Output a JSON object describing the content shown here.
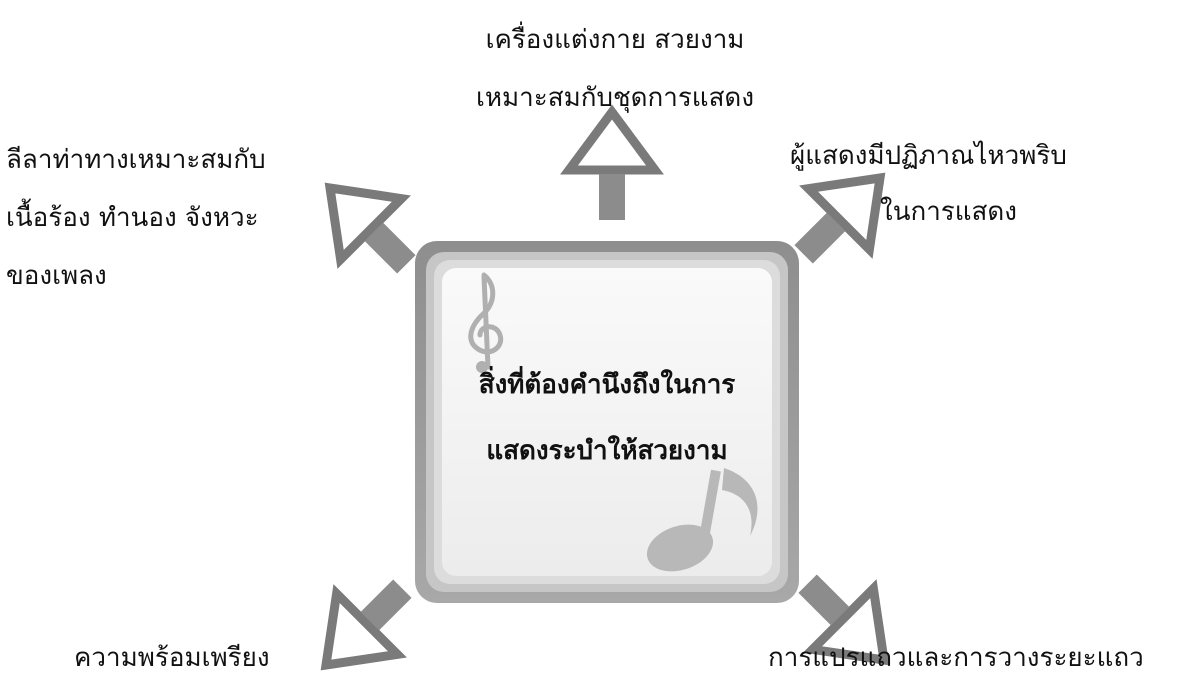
{
  "diagram": {
    "center": {
      "line1": "สิ่งที่ต้องคำนึงถึงในการ",
      "line2": "แสดงระบำให้สวยงาม"
    },
    "top": {
      "line1": "เครื่องแต่งกาย สวยงาม",
      "line2": "เหมาะสมกับชุดการแสดง"
    },
    "top_left": {
      "line1": "ลีลาท่าทางเหมาะสมกับ",
      "line2": "เนื้อร้อง ทำนอง จังหวะ",
      "line3": "ของเพลง"
    },
    "top_right": {
      "line1": "ผู้แสดงมีปฏิภาณไหวพริบ",
      "line2": "ในการแสดง"
    },
    "bottom_left": {
      "line1": "ความพร้อมเพรียง"
    },
    "bottom_right": {
      "line1": "การแปรแถวและการวางระยะแถว"
    },
    "colors": {
      "arrow_fill": "#8c8c8c",
      "arrow_outline": "#7a7a7a",
      "box_outer": "#9a9a9a",
      "box_inner": "#f4f4f4",
      "note_fill": "#b5b5b5"
    },
    "icons": [
      "treble-clef-icon",
      "music-note-icon"
    ]
  }
}
